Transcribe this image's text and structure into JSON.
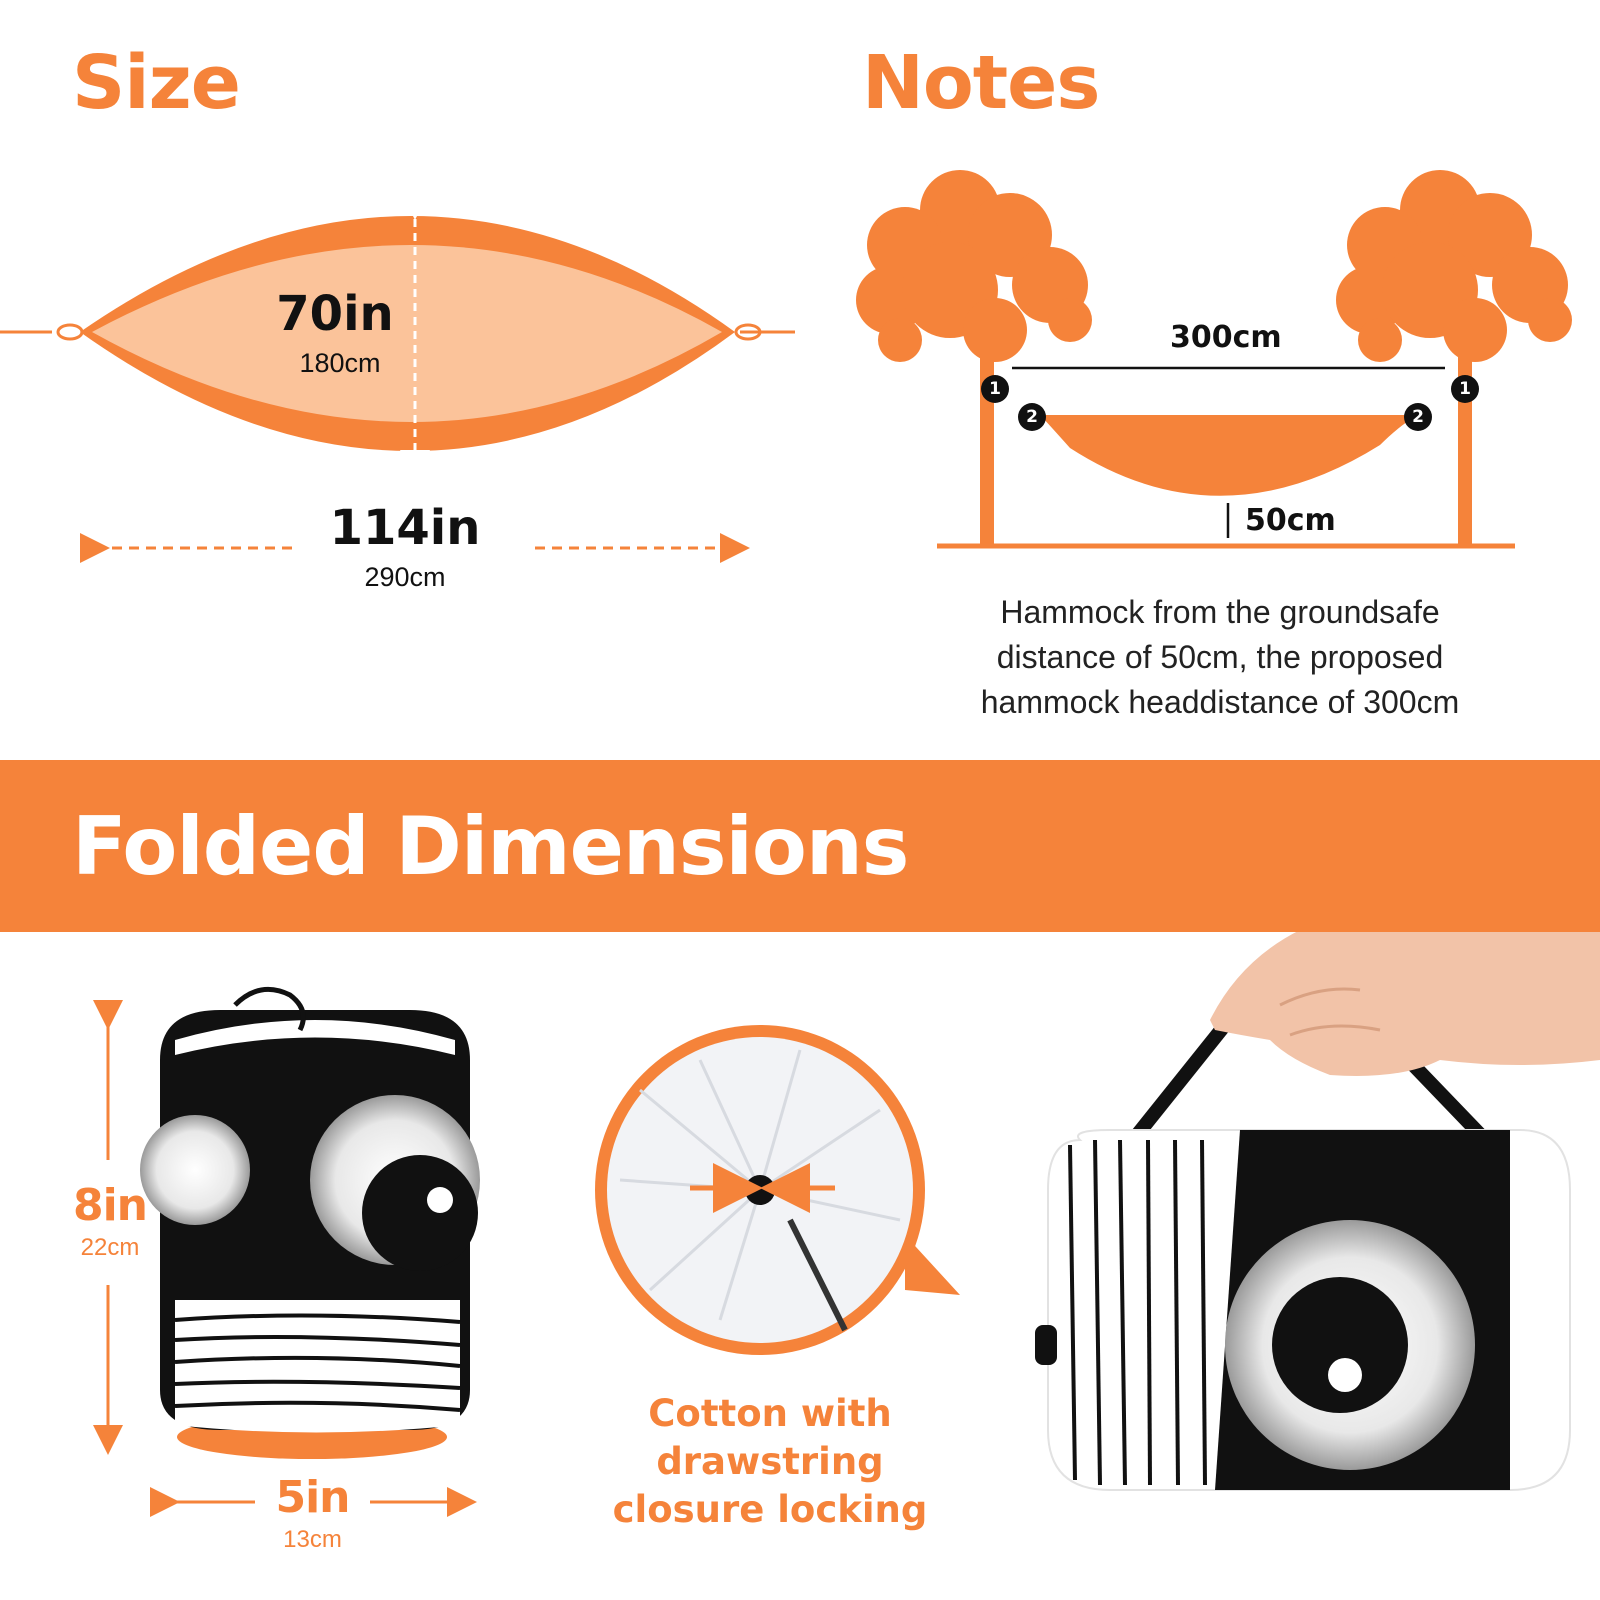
{
  "colors": {
    "accent": "#f5833a",
    "light_accent": "#fbc39a",
    "text_dark": "#111111"
  },
  "size_section": {
    "title": "Size",
    "width_in": "70in",
    "width_cm": "180cm",
    "length_in": "114in",
    "length_cm": "290cm"
  },
  "notes_section": {
    "title": "Notes",
    "span_label": "300cm",
    "height_label": "50cm",
    "marker_1": "1",
    "marker_2": "2",
    "description_lines": [
      "Hammock from the groundsafe",
      "distance of 50cm, the proposed",
      "hammock headdistance of 300cm"
    ]
  },
  "folded_section": {
    "banner_title": "Folded Dimensions",
    "height_in": "8in",
    "height_cm": "22cm",
    "width_in": "5in",
    "width_cm": "13cm",
    "drawstring_caption_lines": [
      "Cotton with drawstring",
      "closure locking"
    ]
  }
}
